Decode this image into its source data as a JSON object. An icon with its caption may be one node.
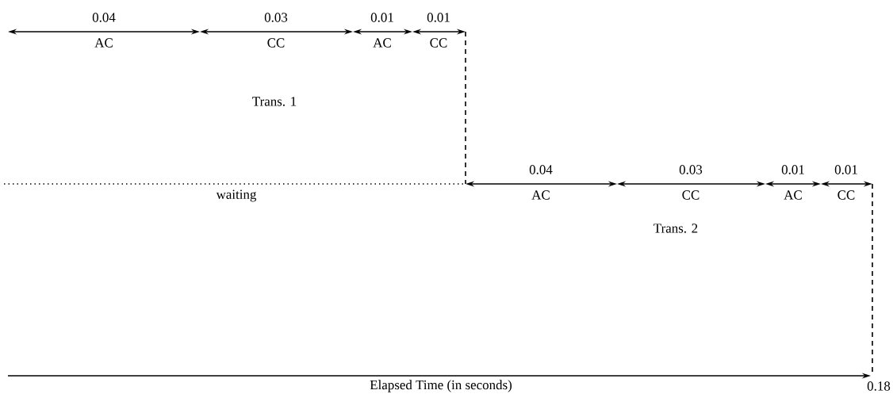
{
  "diagram": {
    "labels": [
      "0.04",
      "AC",
      "0.03",
      "CC",
      "0.01",
      "AC",
      "0.01",
      "CC",
      "Trans. 1",
      "0.04",
      "AC",
      "0.03",
      "CC",
      "0.01",
      "AC",
      "0.01",
      "CC",
      "waiting",
      "Trans. 2",
      "Elapsed Time (in seconds)",
      "0.18"
    ]
  }
}
